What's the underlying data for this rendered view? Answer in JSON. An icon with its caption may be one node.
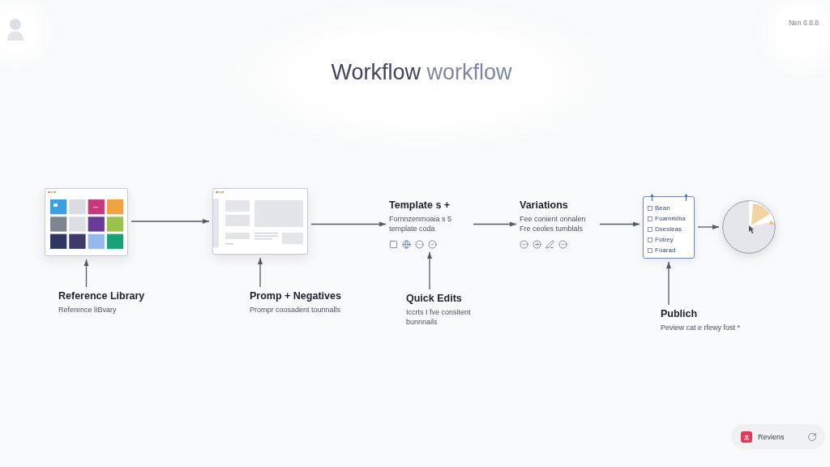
{
  "diagram": {
    "title": "Workflow workflow",
    "nodes": [
      {
        "text": [],
        "shape": "picture"
      },
      {
        "text": [
          "Reference Library",
          "Reference lIBvary"
        ]
      },
      {
        "text": [],
        "shape": "picture"
      },
      {
        "text": [
          "Promp + Negatives",
          "Prompr coosadent tounnalls"
        ]
      },
      {
        "text": [
          "Template s +",
          "Fornnzenmoaia s 5 template coda"
        ]
      },
      {
        "text": [
          "Quick Edits",
          "Iccrts I fve consitent bunnnails"
        ]
      },
      {
        "text": [
          "Variations",
          "Fee conient onnalen Fre ceoles tumblals"
        ]
      },
      {
        "text": [
          "Bean",
          "Foamrkiba",
          "Dsesleas",
          "Fotrey",
          "Foarad"
        ]
      },
      {
        "text": [
          "Publich",
          "Peview cat e rfewy fost *"
        ]
      },
      {
        "text": [],
        "shape": "circle"
      }
    ],
    "edges": [
      {
        "from": 0,
        "to": 2,
        "arrow": "to"
      },
      {
        "from": 2,
        "to": 4,
        "arrow": "to"
      },
      {
        "from": 4,
        "to": 6,
        "arrow": "to"
      },
      {
        "from": 6,
        "to": 7,
        "arrow": "to"
      },
      {
        "from": 7,
        "to": 9,
        "arrow": "to"
      },
      {
        "from": 1,
        "to": 0,
        "arrow": "to"
      },
      {
        "from": 3,
        "to": 2,
        "arrow": "to"
      },
      {
        "from": 5,
        "to": 4,
        "arrow": "to"
      },
      {
        "from": 8,
        "to": 7,
        "arrow": "to"
      }
    ],
    "labels": [
      "Nen 6.8.8",
      "Reviens"
    ]
  }
}
